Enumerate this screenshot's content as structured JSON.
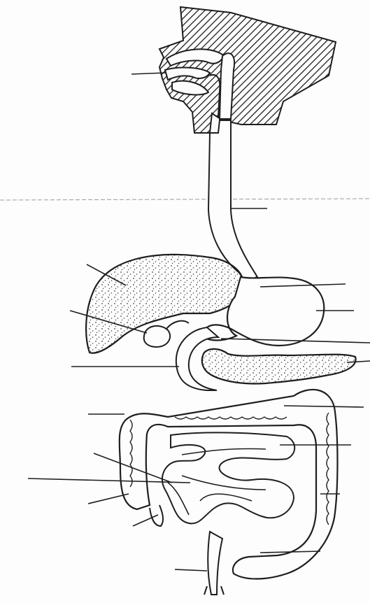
{
  "diagram": {
    "kind": "unlabeled digestive system worksheet",
    "organs": [
      "mouth",
      "esophagus",
      "liver",
      "gallbladder",
      "stomach",
      "pancreas",
      "duodenum",
      "large-intestine",
      "small-intestine",
      "appendix",
      "rectum",
      "anus"
    ],
    "label_lines": 19,
    "colors": {
      "ink": "#1e1e1e",
      "paper": "#fdfdfd",
      "stipple": "#444444",
      "scan_line": "#9a9a9a"
    }
  }
}
